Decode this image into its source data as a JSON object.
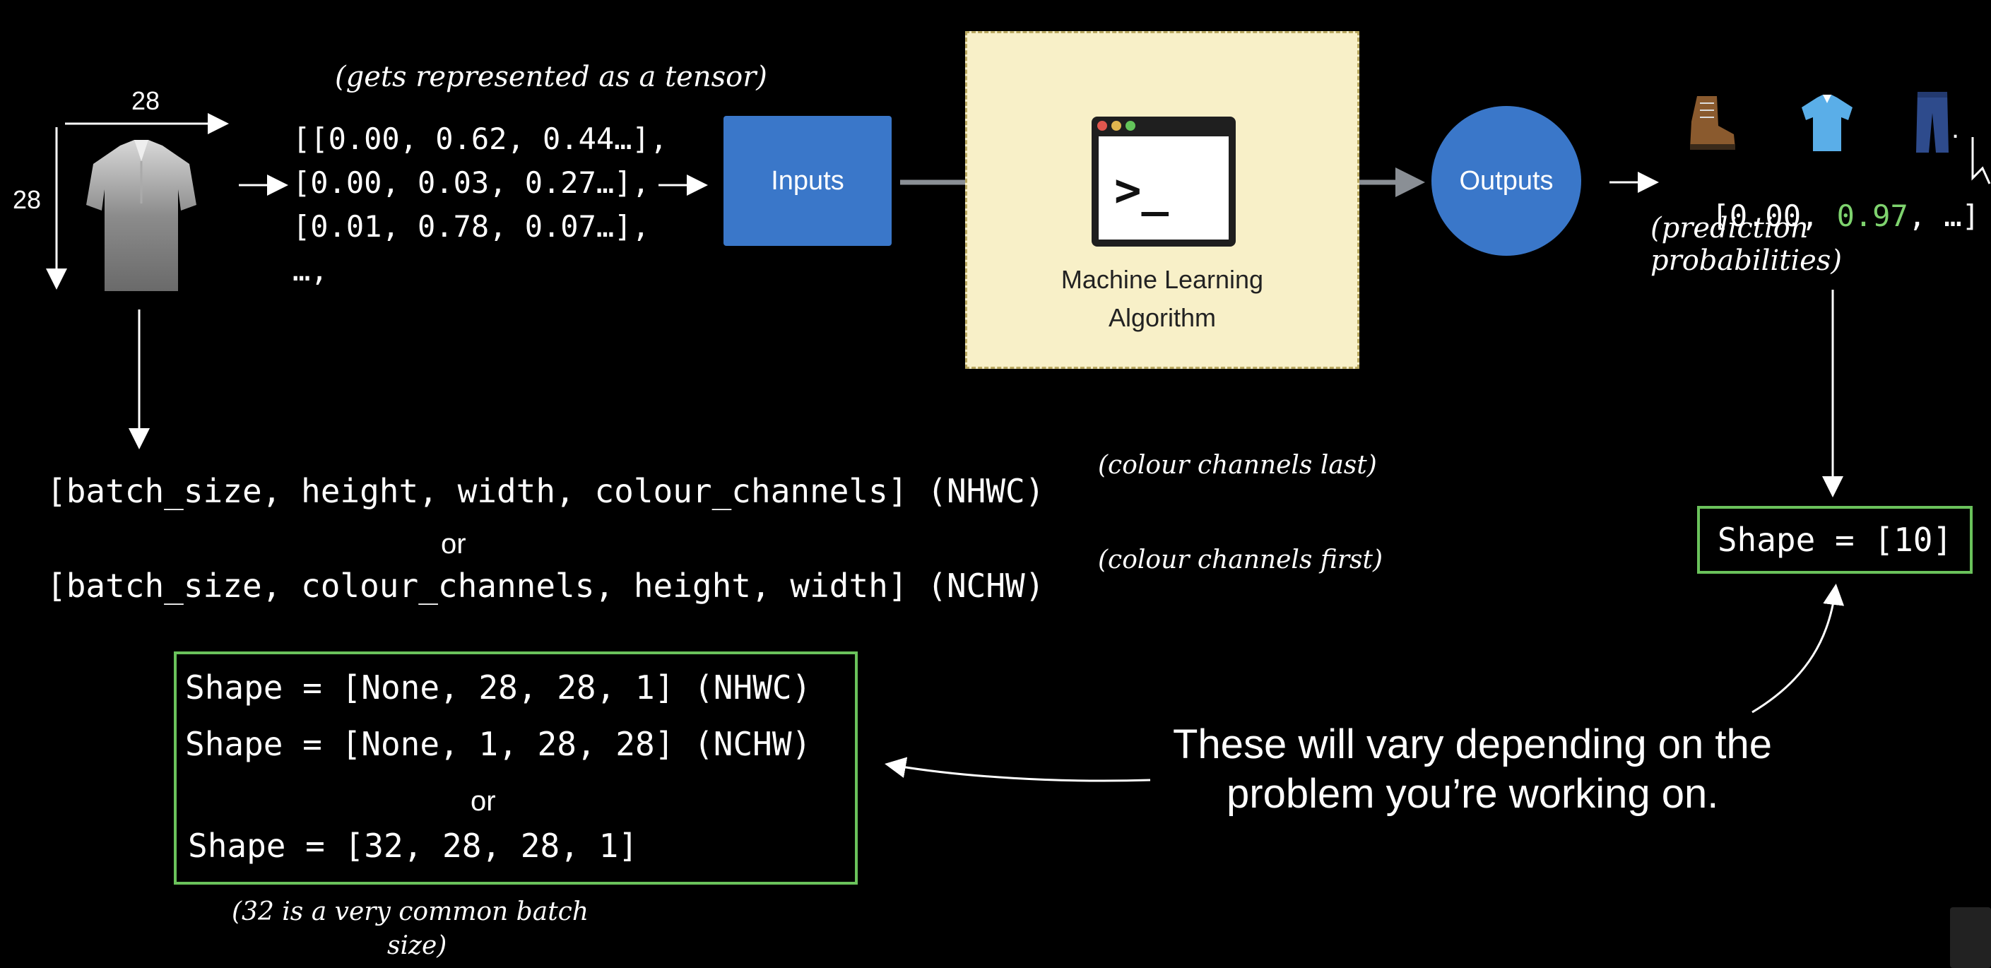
{
  "image_dims": {
    "width": "28",
    "height": "28"
  },
  "tensor": {
    "caption": "(gets represented as a tensor)",
    "lines": [
      "[[0.00, 0.62, 0.44…],",
      "[0.00, 0.03, 0.27…],",
      "[0.01, 0.78, 0.07…],",
      "…,"
    ]
  },
  "inputs_label": "Inputs",
  "ml_box": {
    "line1": "Machine Learning",
    "line2": "Algorithm"
  },
  "outputs_label": "Outputs",
  "output_vector": {
    "prefix": "[0.00, ",
    "highlight": "0.97",
    "suffix": ", …]",
    "highlight_color": "#7ed36e"
  },
  "prediction_caption": "(prediction probabilities)",
  "output_icons": [
    "boot-icon",
    "shirt-icon",
    "jeans-icon"
  ],
  "format_lines": {
    "nhwc": "[batch_size, height, width, colour_channels] (NHWC)",
    "or": "or",
    "nchw": "[batch_size, colour_channels, height, width] (NCHW)",
    "nhwc_note": "(colour channels last)",
    "nchw_note": "(colour channels first)"
  },
  "shape_output": "Shape = [10]",
  "shape_box": {
    "line1": "Shape = [None, 28, 28, 1] (NHWC)",
    "line2": "Shape = [None, 1, 28, 28] (NCHW)",
    "or": "or",
    "line3": "Shape = [32, 28, 28, 1]"
  },
  "batch_note": {
    "line1": "(32 is a very common batch",
    "line2": "size)"
  },
  "vary_note": {
    "line1": "These will vary depending on the",
    "line2": "problem you’re working on."
  },
  "colors": {
    "blue": "#3a77c9",
    "green": "#6ac25b",
    "ml_bg": "#f8f0c8"
  }
}
